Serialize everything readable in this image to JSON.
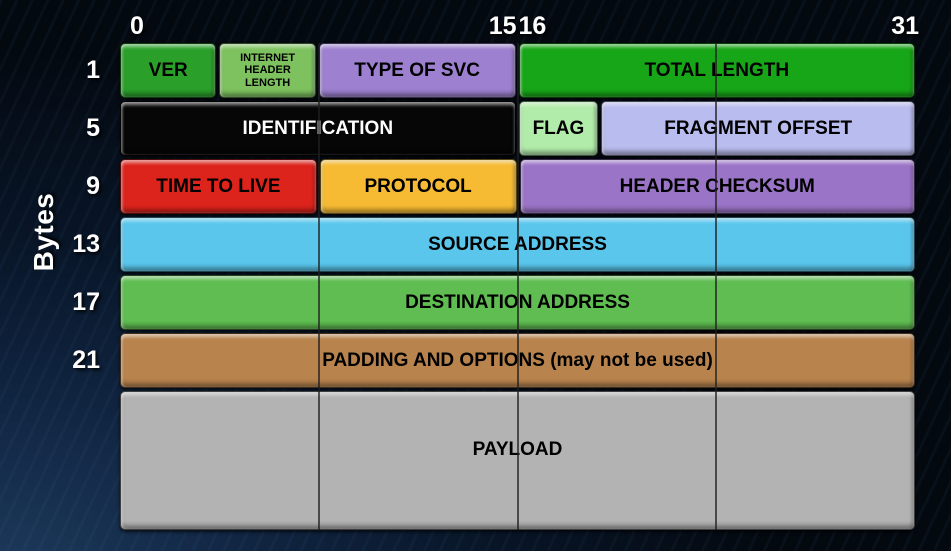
{
  "axis": {
    "unit_label": "Bytes",
    "bit_labels": [
      "0",
      "15",
      "16",
      "31"
    ],
    "byte_labels": [
      "1",
      "5",
      "9",
      "13",
      "17",
      "21"
    ]
  },
  "header_rows": [
    {
      "cells": [
        {
          "label": "VER",
          "color": "#2aa02a"
        },
        {
          "label": "INTERNET HEADER LENGTH",
          "color": "#7ec25f"
        },
        {
          "label": "TYPE OF SVC",
          "color": "#9d81d0"
        },
        {
          "label": "TOTAL LENGTH",
          "color": "#17a617"
        }
      ]
    },
    {
      "cells": [
        {
          "label": "IDENTIFICATION",
          "color": "#060606",
          "text_color": "#ffffff"
        },
        {
          "label": "FLAG",
          "color": "#b2ecaa"
        },
        {
          "label": "FRAGMENT OFFSET",
          "color": "#b9bcee"
        }
      ]
    },
    {
      "cells": [
        {
          "label": "TIME TO LIVE",
          "color": "#dc231c"
        },
        {
          "label": "PROTOCOL",
          "color": "#f6bb33"
        },
        {
          "label": "HEADER CHECKSUM",
          "color": "#9a74c6"
        }
      ]
    },
    {
      "cells": [
        {
          "label": "SOURCE ADDRESS",
          "color": "#5ac6ec"
        }
      ]
    },
    {
      "cells": [
        {
          "label": "DESTINATION ADDRESS",
          "color": "#5fbd51"
        }
      ]
    },
    {
      "cells": [
        {
          "label": "PADDING AND OPTIONS (may not be used)",
          "color": "#b8834d"
        }
      ]
    }
  ],
  "payload": {
    "label": "PAYLOAD",
    "color": "#b3b3b3"
  }
}
